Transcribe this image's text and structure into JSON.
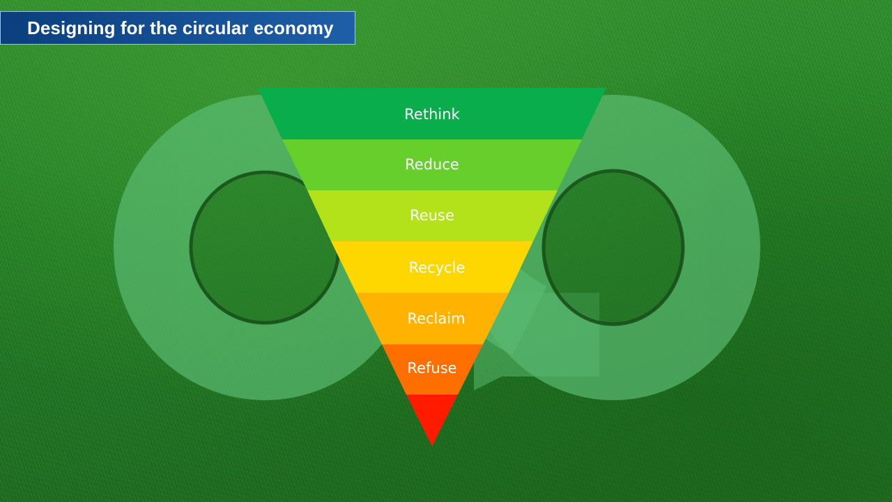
{
  "slide": {
    "title": "Designing for the circular economy"
  },
  "hierarchy": {
    "levels": [
      {
        "label": "Rethink",
        "color": "#0aad4b"
      },
      {
        "label": "Reduce",
        "color": "#66cf2b"
      },
      {
        "label": "Reuse",
        "color": "#b3e21b"
      },
      {
        "label": "Recycle",
        "color": "#ffd700"
      },
      {
        "label": "Reclaim",
        "color": "#ffb300"
      },
      {
        "label": "Refuse",
        "color": "#ff6f00"
      },
      {
        "label": "",
        "color": "#ff1a00"
      }
    ]
  },
  "colors": {
    "title_bar": "#164f95",
    "background": "#237d24",
    "infinity_symbol": "#5ec078"
  }
}
